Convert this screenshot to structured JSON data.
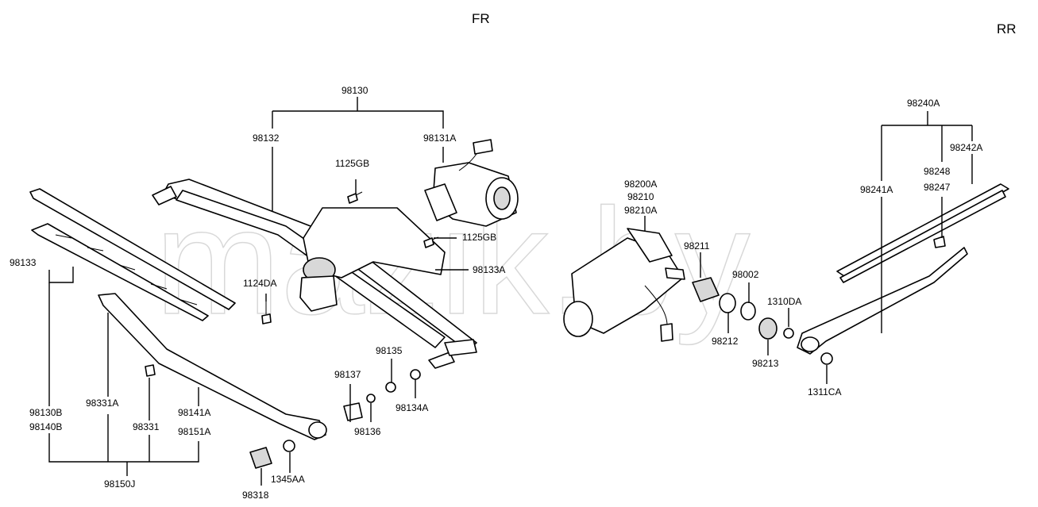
{
  "headers": {
    "front": "FR",
    "rear": "RR"
  },
  "watermark": "mazik.by",
  "labels": {
    "p98130": "98130",
    "p98132": "98132",
    "p98131A": "98131A",
    "p1125GB_a": "1125GB",
    "p1125GB_b": "1125GB",
    "p98133A": "98133A",
    "p1124DA": "1124DA",
    "p98133": "98133",
    "p98130B": "98130B",
    "p98140B": "98140B",
    "p98331A": "98331A",
    "p98331": "98331",
    "p98141A": "98141A",
    "p98151A": "98151A",
    "p98150J": "98150J",
    "p98318": "98318",
    "p1345AA": "1345AA",
    "p98137": "98137",
    "p98136": "98136",
    "p98135": "98135",
    "p98134A": "98134A",
    "p98200A": "98200A",
    "p98210": "98210",
    "p98210A": "98210A",
    "p98211": "98211",
    "p98002": "98002",
    "p98212": "98212",
    "p98213": "98213",
    "p1310DA": "1310DA",
    "p1311CA": "1311CA",
    "p98240A": "98240A",
    "p98241A": "98241A",
    "p98242A": "98242A",
    "p98248": "98248",
    "p98247": "98247"
  }
}
